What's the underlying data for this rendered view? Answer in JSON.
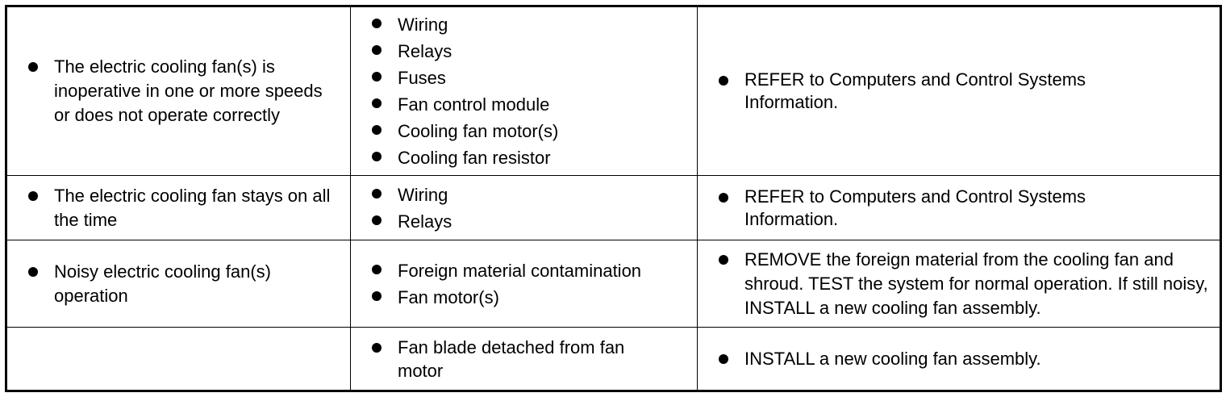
{
  "rows": [
    {
      "condition": [
        "The electric cooling fan(s) is inoperative in one or more speeds or does not operate correctly"
      ],
      "sources": [
        "Wiring",
        "Relays",
        "Fuses",
        "Fan control module",
        "Cooling fan motor(s)",
        "Cooling fan resistor"
      ],
      "actions": [
        "REFER to Computers and Control Systems Information."
      ]
    },
    {
      "condition": [
        "The electric cooling fan stays on all the time"
      ],
      "sources": [
        "Wiring",
        "Relays"
      ],
      "actions": [
        "REFER to Computers and Control Systems Information."
      ]
    },
    {
      "condition": [
        "Noisy electric cooling fan(s) operation"
      ],
      "sources": [
        "Foreign material contamination",
        "Fan motor(s)"
      ],
      "actions": [
        "REMOVE the foreign material from the cooling fan and shroud. TEST the system for normal operation. If still noisy, INSTALL a new cooling fan assembly."
      ]
    },
    {
      "condition": [],
      "sources": [
        "Fan blade detached from fan motor"
      ],
      "actions": [
        "INSTALL a new cooling fan assembly."
      ]
    }
  ]
}
